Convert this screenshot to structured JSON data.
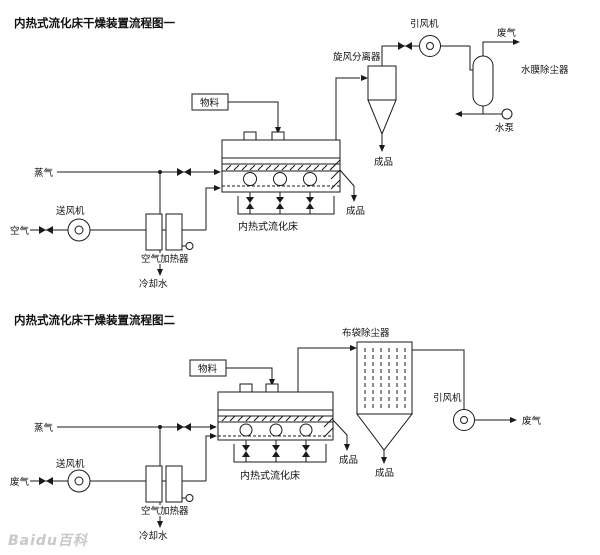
{
  "colors": {
    "line": "#1a1a1a",
    "watermark": "#c8c8c8",
    "background": "#ffffff"
  },
  "watermark": "Baidu百科",
  "diagram1": {
    "title": "内热式流化床干燥装置流程图一",
    "labels": {
      "material": "物料",
      "steam": "蒸气",
      "air_inlet": "空气",
      "blower_fan": "送风机",
      "air_heater": "空气加热器",
      "cooling_water": "冷却水",
      "fluidized_bed": "内热式流化床",
      "bed_product": "成品",
      "cyclone_separator": "旋风分离器",
      "cyclone_product": "成品",
      "induced_draft_fan": "引风机",
      "exhaust_gas": "废气",
      "water_film_dust_collector": "水膜除尘器",
      "water_pump": "水泵"
    }
  },
  "diagram2": {
    "title": "内热式流化床干燥装置流程图二",
    "labels": {
      "material": "物料",
      "steam": "蒸气",
      "gas_inlet": "废气",
      "blower_fan": "送风机",
      "air_heater": "空气加热器",
      "cooling_water": "冷却水",
      "fluidized_bed": "内热式流化床",
      "bed_product": "成品",
      "bag_dust_collector": "布袋除尘器",
      "filter_product": "成品",
      "induced_draft_fan": "引风机",
      "exhaust_gas": "废气"
    }
  }
}
